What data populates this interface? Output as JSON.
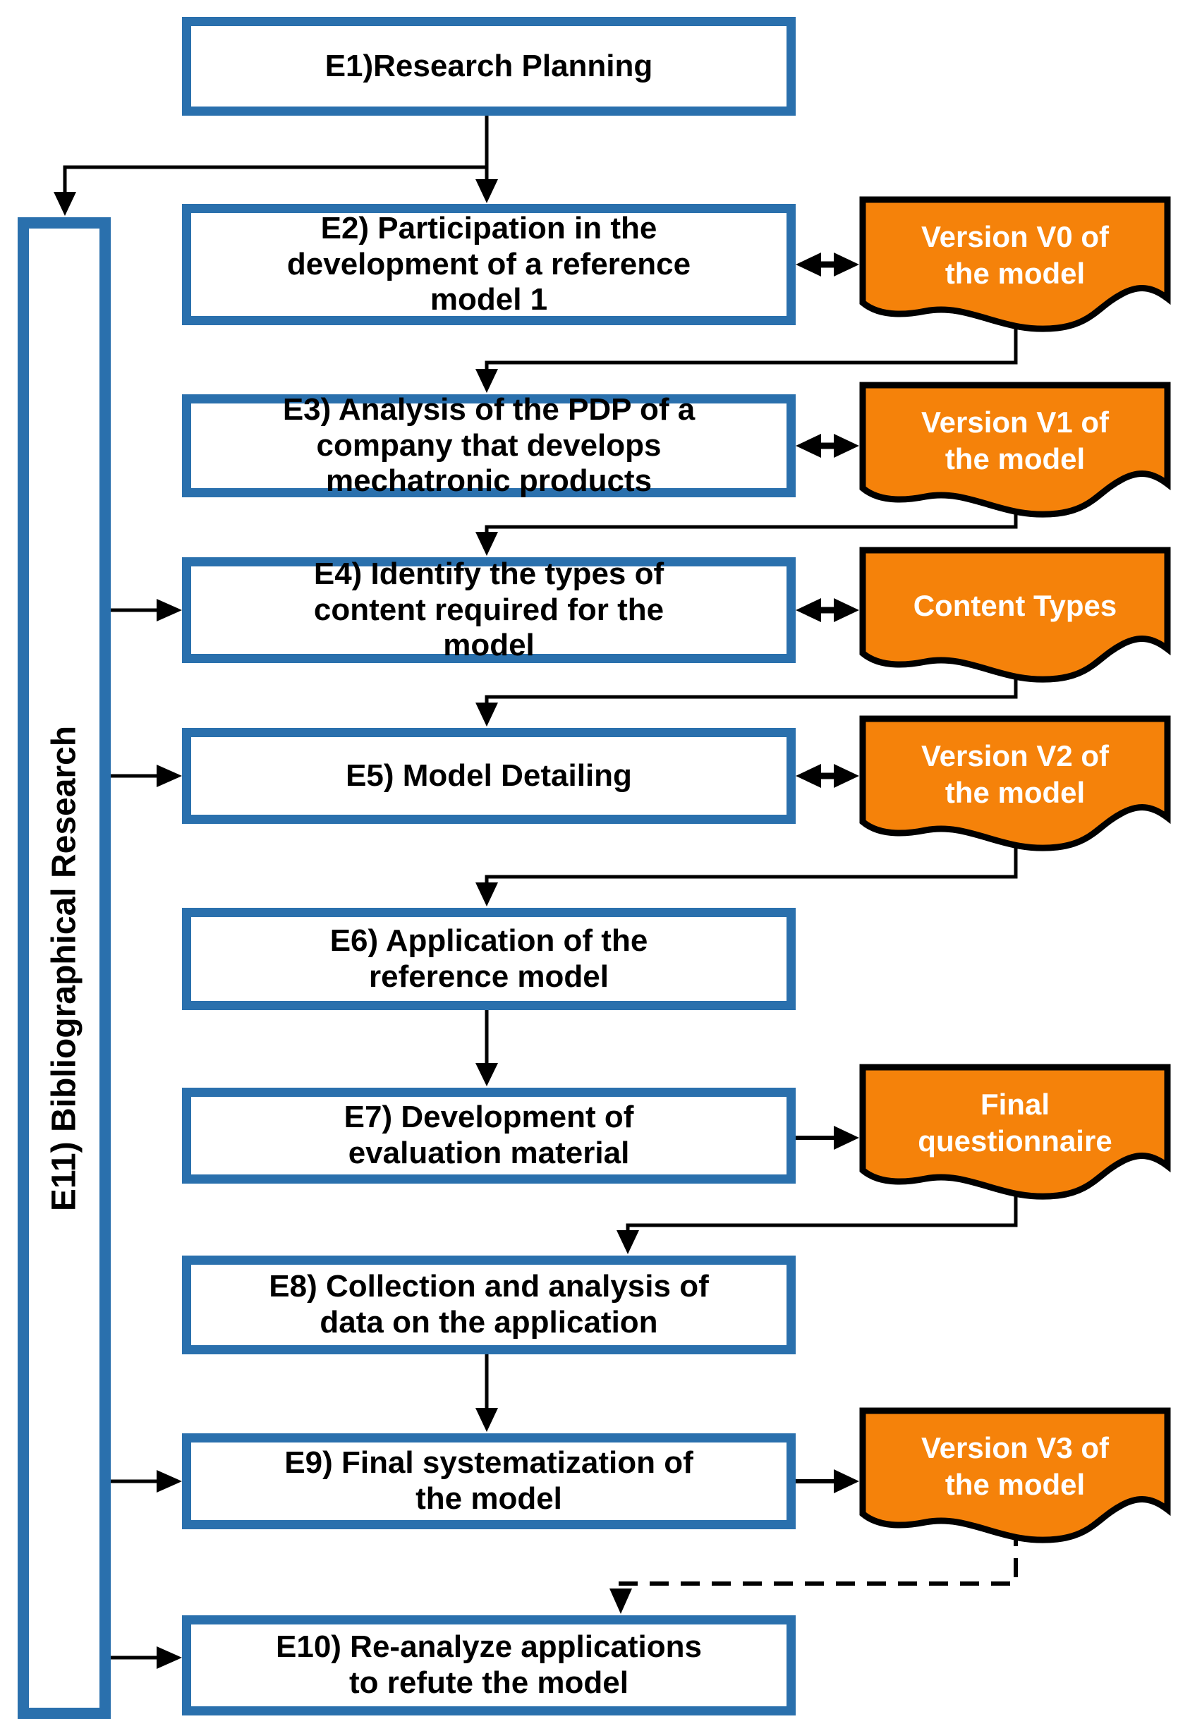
{
  "diagram": {
    "title": "Research method flowchart",
    "stages": [
      {
        "id": "E1",
        "label": "E1)Research Planning"
      },
      {
        "id": "E2",
        "label": "E2) Participation in the\ndevelopment of a reference\nmodel 1"
      },
      {
        "id": "E3",
        "label": "E3) Analysis of the PDP of a\ncompany that develops\nmechatronic products"
      },
      {
        "id": "E4",
        "label": "E4) Identify the types of\ncontent required for the\nmodel"
      },
      {
        "id": "E5",
        "label": "E5) Model Detailing"
      },
      {
        "id": "E6",
        "label": "E6) Application of the\nreference model"
      },
      {
        "id": "E7",
        "label": "E7) Development of\nevaluation material"
      },
      {
        "id": "E8",
        "label": "E8) Collection and analysis of\ndata on the application"
      },
      {
        "id": "E9",
        "label": "E9) Final systematization of\nthe model"
      },
      {
        "id": "E10",
        "label": "E10) Re-analyze applications\nto refute the model"
      },
      {
        "id": "E11",
        "label": "E11) Bibliographical Research"
      }
    ],
    "artifacts": [
      {
        "id": "V0",
        "label": "Version V0 of\nthe model"
      },
      {
        "id": "V1",
        "label": "Version V1 of\nthe model"
      },
      {
        "id": "CT",
        "label": "Content Types"
      },
      {
        "id": "V2",
        "label": "Version V2 of\nthe model"
      },
      {
        "id": "FQ",
        "label": "Final\nquestionnaire"
      },
      {
        "id": "V3",
        "label": "Version V3 of\nthe model"
      }
    ],
    "colors": {
      "box_border": "#2A70AD",
      "box_fill": "#FFFFFF",
      "box_text": "#000000",
      "artifact_fill": "#F5820A",
      "artifact_border": "#000000",
      "artifact_text": "#FFFFFF",
      "connector": "#000000",
      "background": "#FFFFFF"
    }
  }
}
